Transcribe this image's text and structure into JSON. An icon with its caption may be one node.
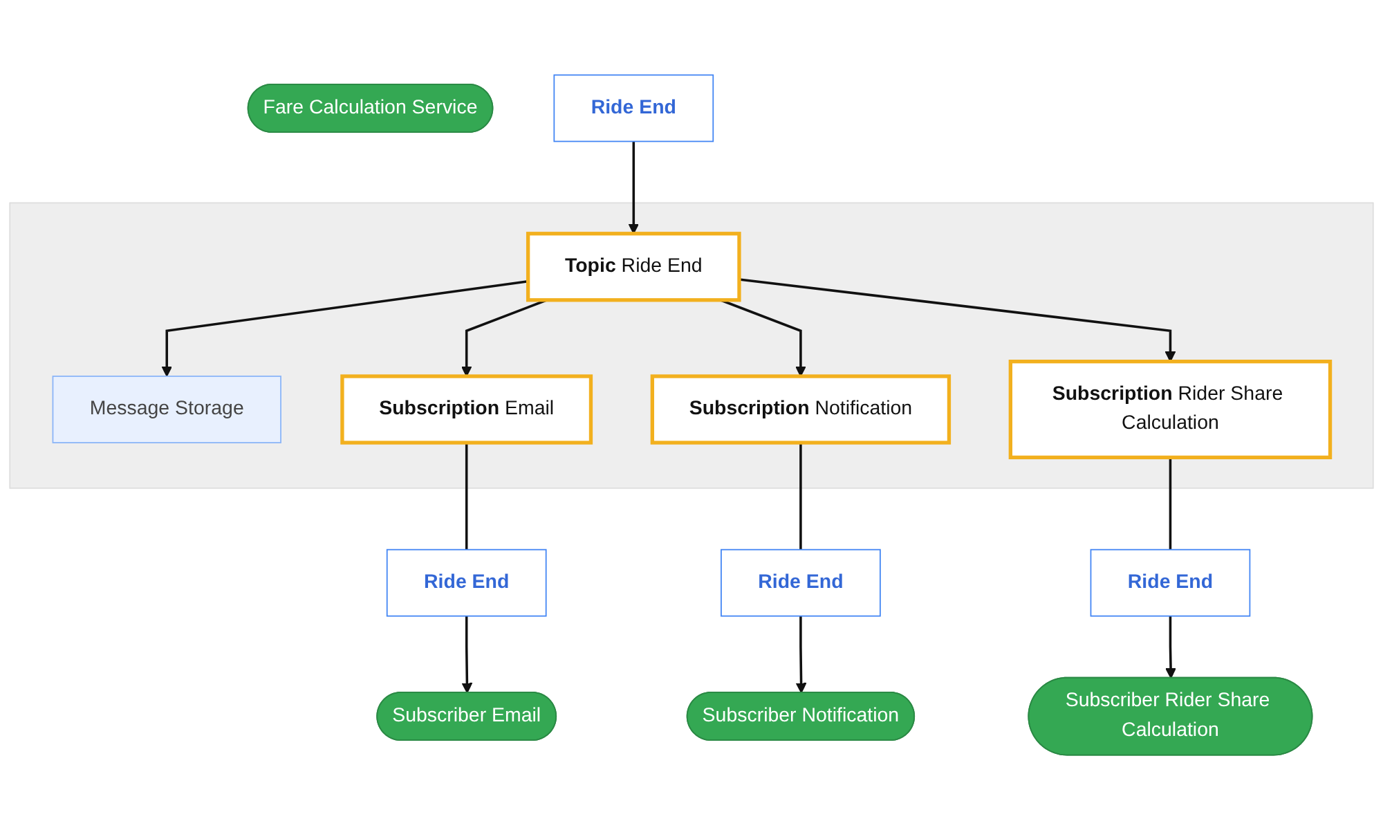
{
  "diagram": {
    "nodes": [
      {
        "text": [
          "Fare Calculation Service"
        ]
      },
      {
        "text": [
          "Ride End"
        ]
      },
      {
        "text": [],
        "shape": "box"
      },
      {
        "text": [
          "**Topic** Ride End"
        ],
        "in": 2
      },
      {
        "text": [
          "Message Storage"
        ],
        "in": 2
      },
      {
        "text": [
          "**Subscription** Email"
        ],
        "in": 2
      },
      {
        "text": [
          "**Subscription** Notification"
        ],
        "in": 2
      },
      {
        "text": [
          "**Subscription** Rider Share Calculation"
        ],
        "in": 2
      },
      {
        "text": [
          "Ride End"
        ]
      },
      {
        "text": [
          "Ride End"
        ]
      },
      {
        "text": [
          "Ride End"
        ]
      },
      {
        "text": [
          "Subscriber Email"
        ]
      },
      {
        "text": [
          "Subscriber Notification"
        ]
      },
      {
        "text": [
          "Subscriber Rider Share Calculation"
        ]
      }
    ],
    "edges": [
      {
        "from": 1,
        "to": 3,
        "arrow": "to"
      },
      {
        "from": 3,
        "to": 4,
        "arrow": "to"
      },
      {
        "from": 3,
        "to": 5,
        "arrow": "to"
      },
      {
        "from": 3,
        "to": 6,
        "arrow": "to"
      },
      {
        "from": 3,
        "to": 7,
        "arrow": "to"
      },
      {
        "from": 5,
        "to": 8,
        "arrow": "none"
      },
      {
        "from": 6,
        "to": 9,
        "arrow": "none"
      },
      {
        "from": 7,
        "to": 10,
        "arrow": "none"
      },
      {
        "from": 8,
        "to": 11,
        "arrow": "to"
      },
      {
        "from": 9,
        "to": 12,
        "arrow": "to"
      },
      {
        "from": 10,
        "to": 13,
        "arrow": "to"
      }
    ]
  }
}
